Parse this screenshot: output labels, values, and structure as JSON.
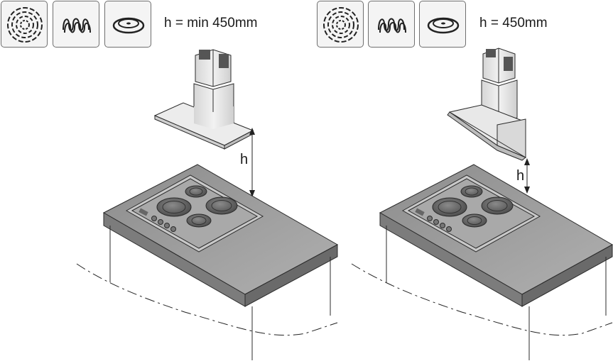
{
  "left_panel": {
    "height_rule": "h = min 450mm",
    "dimension_letter": "h",
    "icons": [
      "gas-burner-icon",
      "induction-coil-icon",
      "electric-plate-icon"
    ]
  },
  "right_panel": {
    "height_rule": "h = 450mm",
    "dimension_letter": "h",
    "icons": [
      "gas-burner-icon",
      "induction-coil-icon",
      "electric-plate-icon"
    ]
  },
  "colors": {
    "outline": "#2b2b2b",
    "hood_steel": "#e6e6e6",
    "counter_top": "#9a9a9a",
    "counter_edge": "#7c7c7c",
    "hob_surface": "#bdbdbd",
    "burner": "#6a6a6a"
  }
}
